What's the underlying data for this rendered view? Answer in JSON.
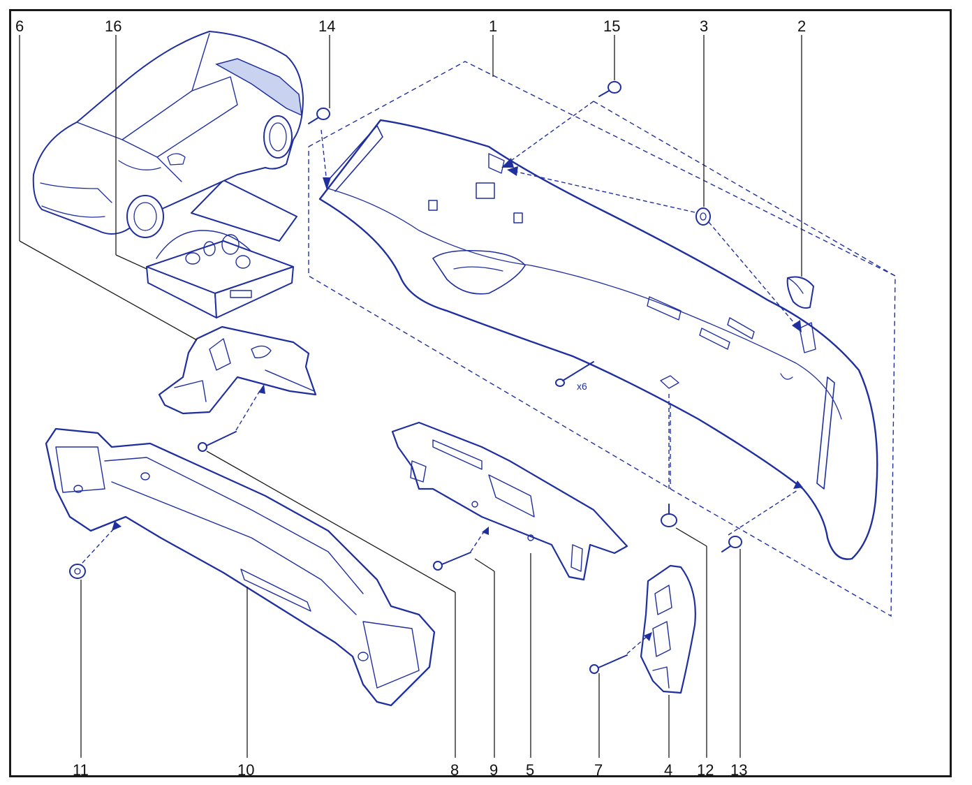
{
  "colors": {
    "line": "#1f2f9e",
    "fill": "#ffffff",
    "leader": "#1a1a1a",
    "frame": "#1a1a1a"
  },
  "callouts": {
    "c1": "1",
    "c2": "2",
    "c3": "3",
    "c4": "4",
    "c5": "5",
    "c6": "6",
    "c7": "7",
    "c8": "8",
    "c9": "9",
    "c10": "10",
    "c11": "11",
    "c12": "12",
    "c13": "13",
    "c14": "14",
    "c15": "15",
    "c16": "16"
  },
  "annotations": {
    "rivet_quantity": "x6"
  }
}
